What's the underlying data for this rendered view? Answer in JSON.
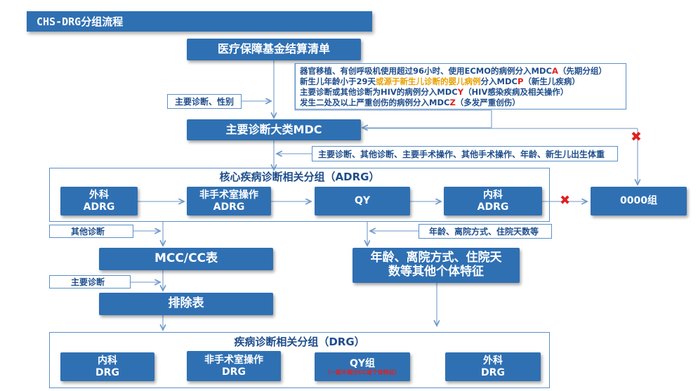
{
  "title": "CHS-DRG分组流程",
  "boxes": {
    "settlement": "医疗保障基金结算清单",
    "mdc": "主要诊断大类MDC",
    "adrg_surgery_l1": "外科",
    "adrg_surgery_l2": "ADRG",
    "adrg_nonop_l1": "非手术室操作",
    "adrg_nonop_l2": "ADRG",
    "adrg_qy": "QY",
    "adrg_medical_l1": "内科",
    "adrg_medical_l2": "ADRG",
    "group0000": "0000组",
    "mcc_cc": "MCC/CC表",
    "features_l1": "年龄、离院方式、住院天",
    "features_l2": "数等其他个体特征",
    "exclusion": "排除表",
    "drg_medical_l1": "内科",
    "drg_medical_l2": "DRG",
    "drg_nonop_l1": "非手术室操作",
    "drg_nonop_l2": "DRG",
    "drg_qy_l1": "QY组",
    "drg_qy_note": "（一般不细分CC或个体特征）",
    "drg_surgery_l1": "外科",
    "drg_surgery_l2": "DRG"
  },
  "sections": {
    "adrg_title": "核心疾病诊断相关分组（ADRG）",
    "drg_title": "疾病诊断相关分组（DRG）"
  },
  "labels": {
    "main_diag_gender": "主要诊断、性别",
    "mdc_inputs": "主要诊断、其他诊断、主要手术操作、其他手术操作、年龄、新生儿出生体重",
    "other_diag": "其他诊断",
    "age_discharge_los": "年龄、离院方式、住院天数等",
    "main_diag": "主要诊断"
  },
  "rules": {
    "r1_a": "器官移植、有创呼吸机使用超过96小时、使用ECMO的病例分入MDC",
    "r1_code": "A",
    "r1_b": "（先期分组）",
    "r2_a": "新生儿年龄小于29天",
    "r2_orange": "或源于新生儿诊断的婴儿病例",
    "r2_b": "分入MDC",
    "r2_code": "P",
    "r2_c": "（新生儿疾病）",
    "r3_a": "主要诊断或其他诊断为HIV的病例分入MDC",
    "r3_code": "Y",
    "r3_b": "（HIV感染疾病及相关操作）",
    "r4_a": "发生二处及以上严重创伤的病例分入MDC",
    "r4_code": "Z",
    "r4_b": "（多发严重创伤）"
  },
  "colors": {
    "box": "#2f70b3",
    "border": "#5b8fc7",
    "text": "#1f4e8c",
    "cross": "#e02020"
  },
  "icons": [
    "cross-icon"
  ]
}
